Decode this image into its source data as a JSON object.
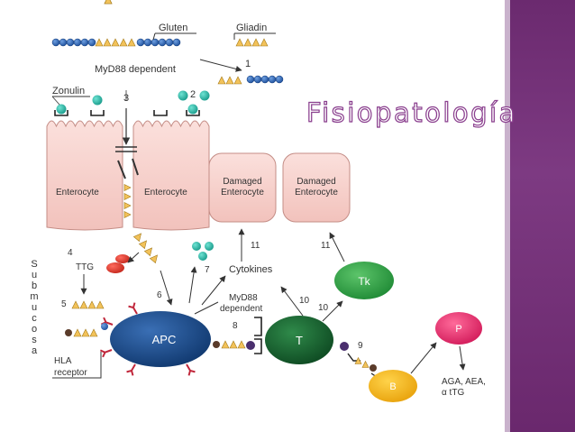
{
  "slide": {
    "title": "Fisiopatología",
    "accent_color": "#7d3a82"
  },
  "diagram": {
    "gluten_label": "Gluten",
    "gliadin_label": "Gliadin",
    "myd88_dependent_top": "MyD88 dependent",
    "zonulin_label": "Zonulin",
    "enterocyte_left": "Enterocyte",
    "enterocyte_right": "Enterocyte",
    "damaged_1_line1": "Damaged",
    "damaged_1_line2": "Enterocyte",
    "damaged_2_line1": "Damaged",
    "damaged_2_line2": "Enterocyte",
    "tk_label": "Tk",
    "cytokines_label": "Cytokines",
    "myd88_line1": "MyD88",
    "myd88_line2": "dependent",
    "ttg_label": "TTG",
    "apc_label": "APC",
    "t_label": "T",
    "p_label": "P",
    "b_label": "B",
    "antibodies_line1": "AGA, AEA,",
    "antibodies_line2": "α tTG",
    "hla_line1": "HLA",
    "hla_line2": "receptor",
    "submucosa_letters": [
      "S",
      "u",
      "b",
      "m",
      "u",
      "c",
      "o",
      "s",
      "a"
    ],
    "step_numbers": {
      "n1": "1",
      "n2": "2",
      "n3": "3",
      "n4": "4",
      "n5": "5",
      "n6": "6",
      "n7": "7",
      "n8": "8",
      "n9": "9",
      "n10a": "10",
      "n10b": "10",
      "n11a": "11",
      "n11b": "11"
    }
  }
}
